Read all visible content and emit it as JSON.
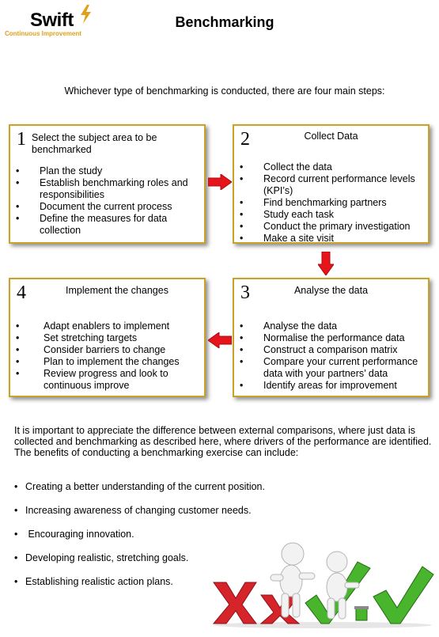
{
  "logo": {
    "word": "Swift",
    "tagline": "Continuous Improvement"
  },
  "title": "Benchmarking",
  "intro": "Whichever type of benchmarking is conducted, there are four main steps:",
  "steps": [
    {
      "number": "1",
      "heading": "Select the subject area to be benchmarked",
      "items": [
        "Plan the study",
        "Establish benchmarking roles and responsibilities",
        "Document the current process",
        "Define the measures for data collection"
      ]
    },
    {
      "number": "2",
      "heading": "Collect Data",
      "items": [
        "Collect the data",
        "Record current performance levels (KPI’s)",
        "Find benchmarking partners",
        "Study each task",
        "Conduct the primary investigation",
        "Make a site visit"
      ]
    },
    {
      "number": "3",
      "heading": "Analyse the data",
      "items": [
        "Analyse the data",
        "Normalise the performance data",
        "Construct a comparison matrix",
        "Compare your current performance data with your partners’ data",
        "Identify areas for improvement"
      ]
    },
    {
      "number": "4",
      "heading": "Implement the changes",
      "items": [
        "Adapt enablers to implement",
        "Set stretching targets",
        "Consider barriers to change",
        "Plan to implement the changes",
        "Review progress and look to continuous improve"
      ]
    }
  ],
  "paragraph": "It is important to appreciate the difference between external comparisons, where just data is collected and benchmarking as described here, where drivers of the performance are identified.",
  "benefits_intro": "The benefits of conducting a benchmarking exercise can include:",
  "benefits": [
    "Creating a better understanding of the current position.",
    "Increasing awareness of changing customer needs.",
    " Encouraging innovation.",
    "Developing realistic, stretching goals.",
    "Establishing realistic action plans."
  ],
  "colors": {
    "box_border": "#c9a227",
    "arrow": "#e8141b",
    "logo_accent": "#e0a11a",
    "tick": "#49b52c",
    "cross": "#d6242b"
  },
  "illustration": "figures-with-ticks-and-crosses"
}
